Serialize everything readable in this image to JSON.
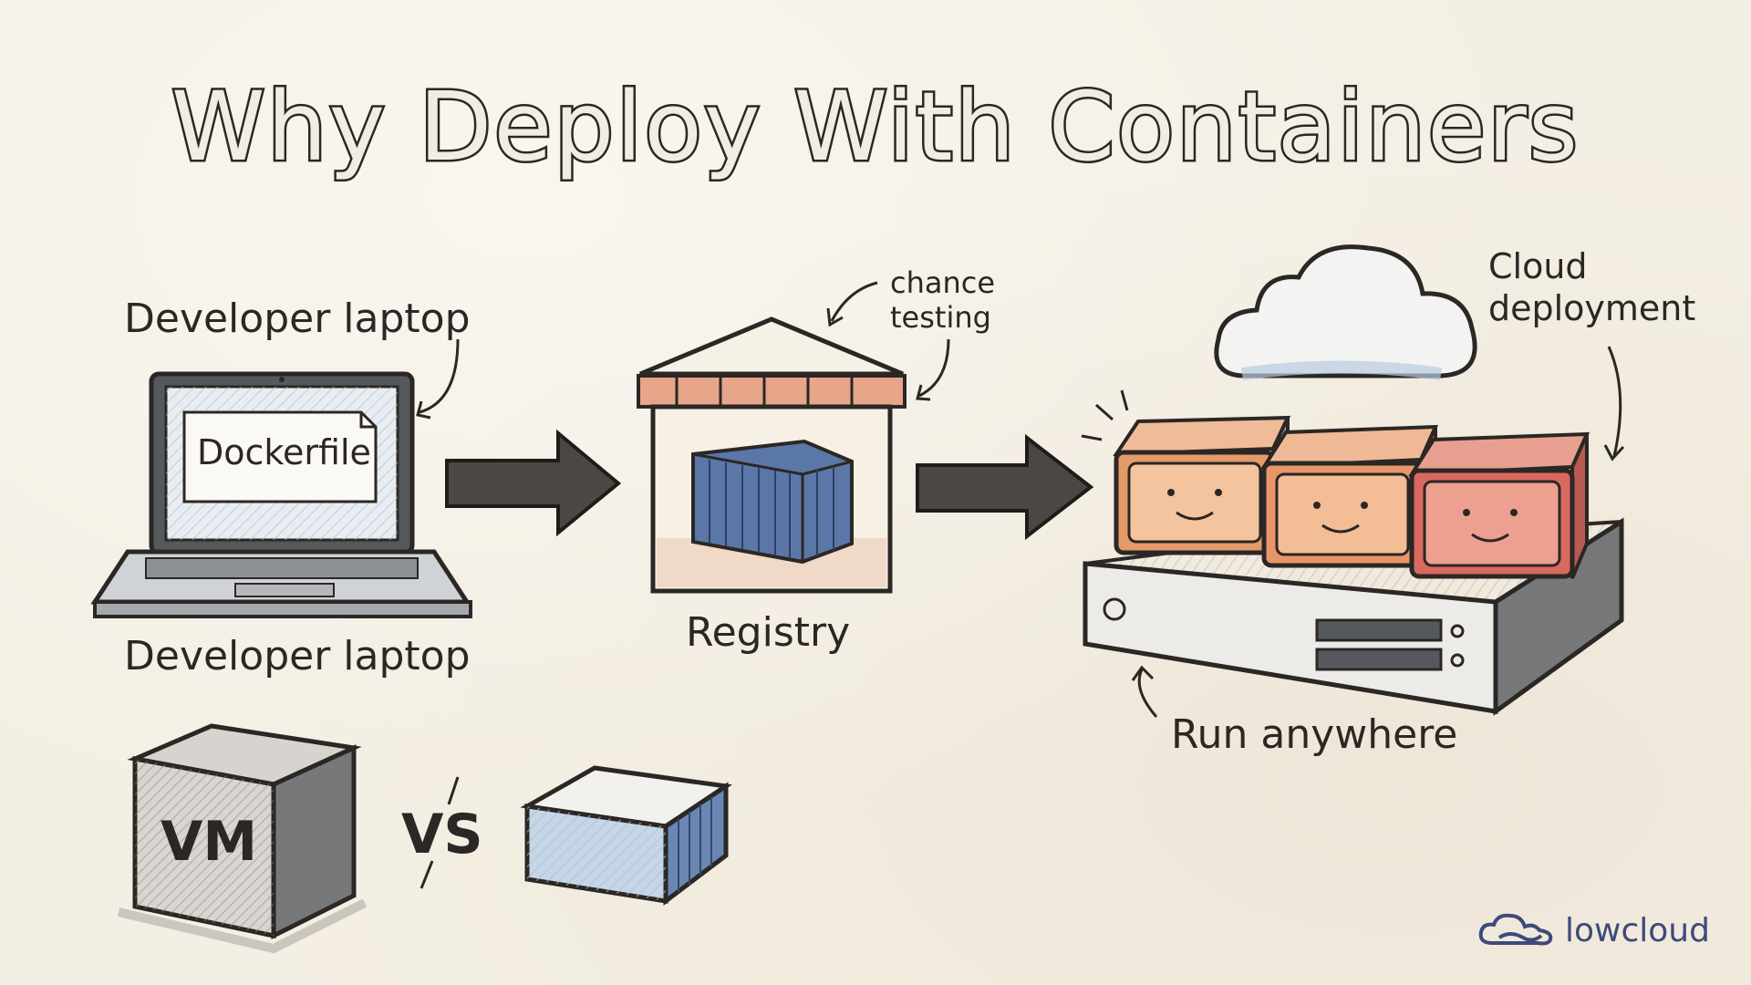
{
  "title": "Why Deploy With Containers",
  "labels": {
    "laptop_top": "Developer laptop",
    "laptop_bottom": "Developer laptop",
    "dockerfile": "Dockerfile",
    "registry": "Registry",
    "note_line1": "chance",
    "note_line2": "testing",
    "cloud_line1": "Cloud",
    "cloud_line2": "deployment",
    "run_anywhere": "Run anywhere",
    "vm": "VM",
    "vs": "VS"
  },
  "brand": {
    "name": "lowcloud",
    "color": "#3d4a7a"
  },
  "colors": {
    "ink": "#2b2724",
    "container_blue": "#5b77a8",
    "crate_orange": "#e59a6a",
    "crate_red": "#d9695f",
    "stripe_orange": "#e7a58a",
    "light_blue": "#c7d6e6",
    "paper": "#f4efe4"
  },
  "icons": [
    "laptop-icon",
    "warehouse-icon",
    "shipping-container-icon",
    "cloud-icon",
    "server-icon",
    "crate-icon",
    "arrow-icon",
    "vm-box-icon",
    "cloud-logo-icon"
  ]
}
